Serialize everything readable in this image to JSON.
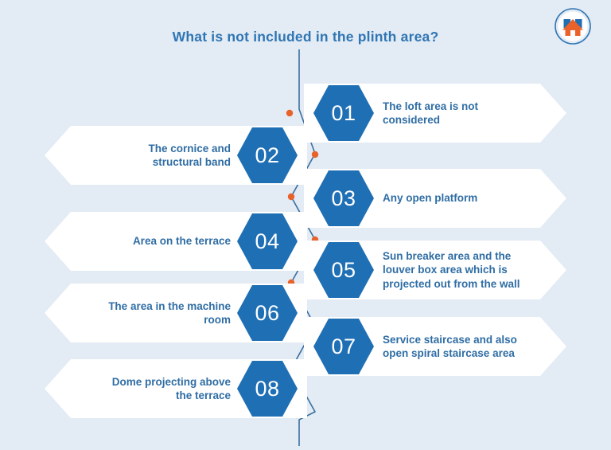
{
  "title": "What is not included in the plinth area?",
  "logo": {
    "name": "house-logo",
    "circle_color": "#2f76b4",
    "house_color": "#e8622a",
    "accent_color": "#1f6fb5"
  },
  "colors": {
    "background": "#e3ebf4",
    "hexagon_blue": "#1f6fb5",
    "text_blue": "#2f6da4",
    "title_blue": "#2f76b4",
    "card_white": "#ffffff",
    "dot_orange": "#e8622a",
    "line_blue": "#2f6da4"
  },
  "items": [
    {
      "number": "01",
      "side": "right",
      "lines": [
        "The loft area is not",
        "considered"
      ]
    },
    {
      "number": "02",
      "side": "left",
      "lines": [
        "The cornice and",
        "structural band"
      ]
    },
    {
      "number": "03",
      "side": "right",
      "lines": [
        "Any open platform"
      ]
    },
    {
      "number": "04",
      "side": "left",
      "lines": [
        "Area on the terrace"
      ]
    },
    {
      "number": "05",
      "side": "right",
      "lines": [
        "Sun breaker area and the",
        "louver box area which is",
        "projected out from the wall"
      ]
    },
    {
      "number": "06",
      "side": "left",
      "lines": [
        "The area in the machine",
        "room"
      ]
    },
    {
      "number": "07",
      "side": "right",
      "lines": [
        "Service staircase and also",
        "open spiral staircase area"
      ]
    },
    {
      "number": "08",
      "side": "left",
      "lines": [
        "Dome projecting above",
        "the terrace"
      ]
    }
  ]
}
